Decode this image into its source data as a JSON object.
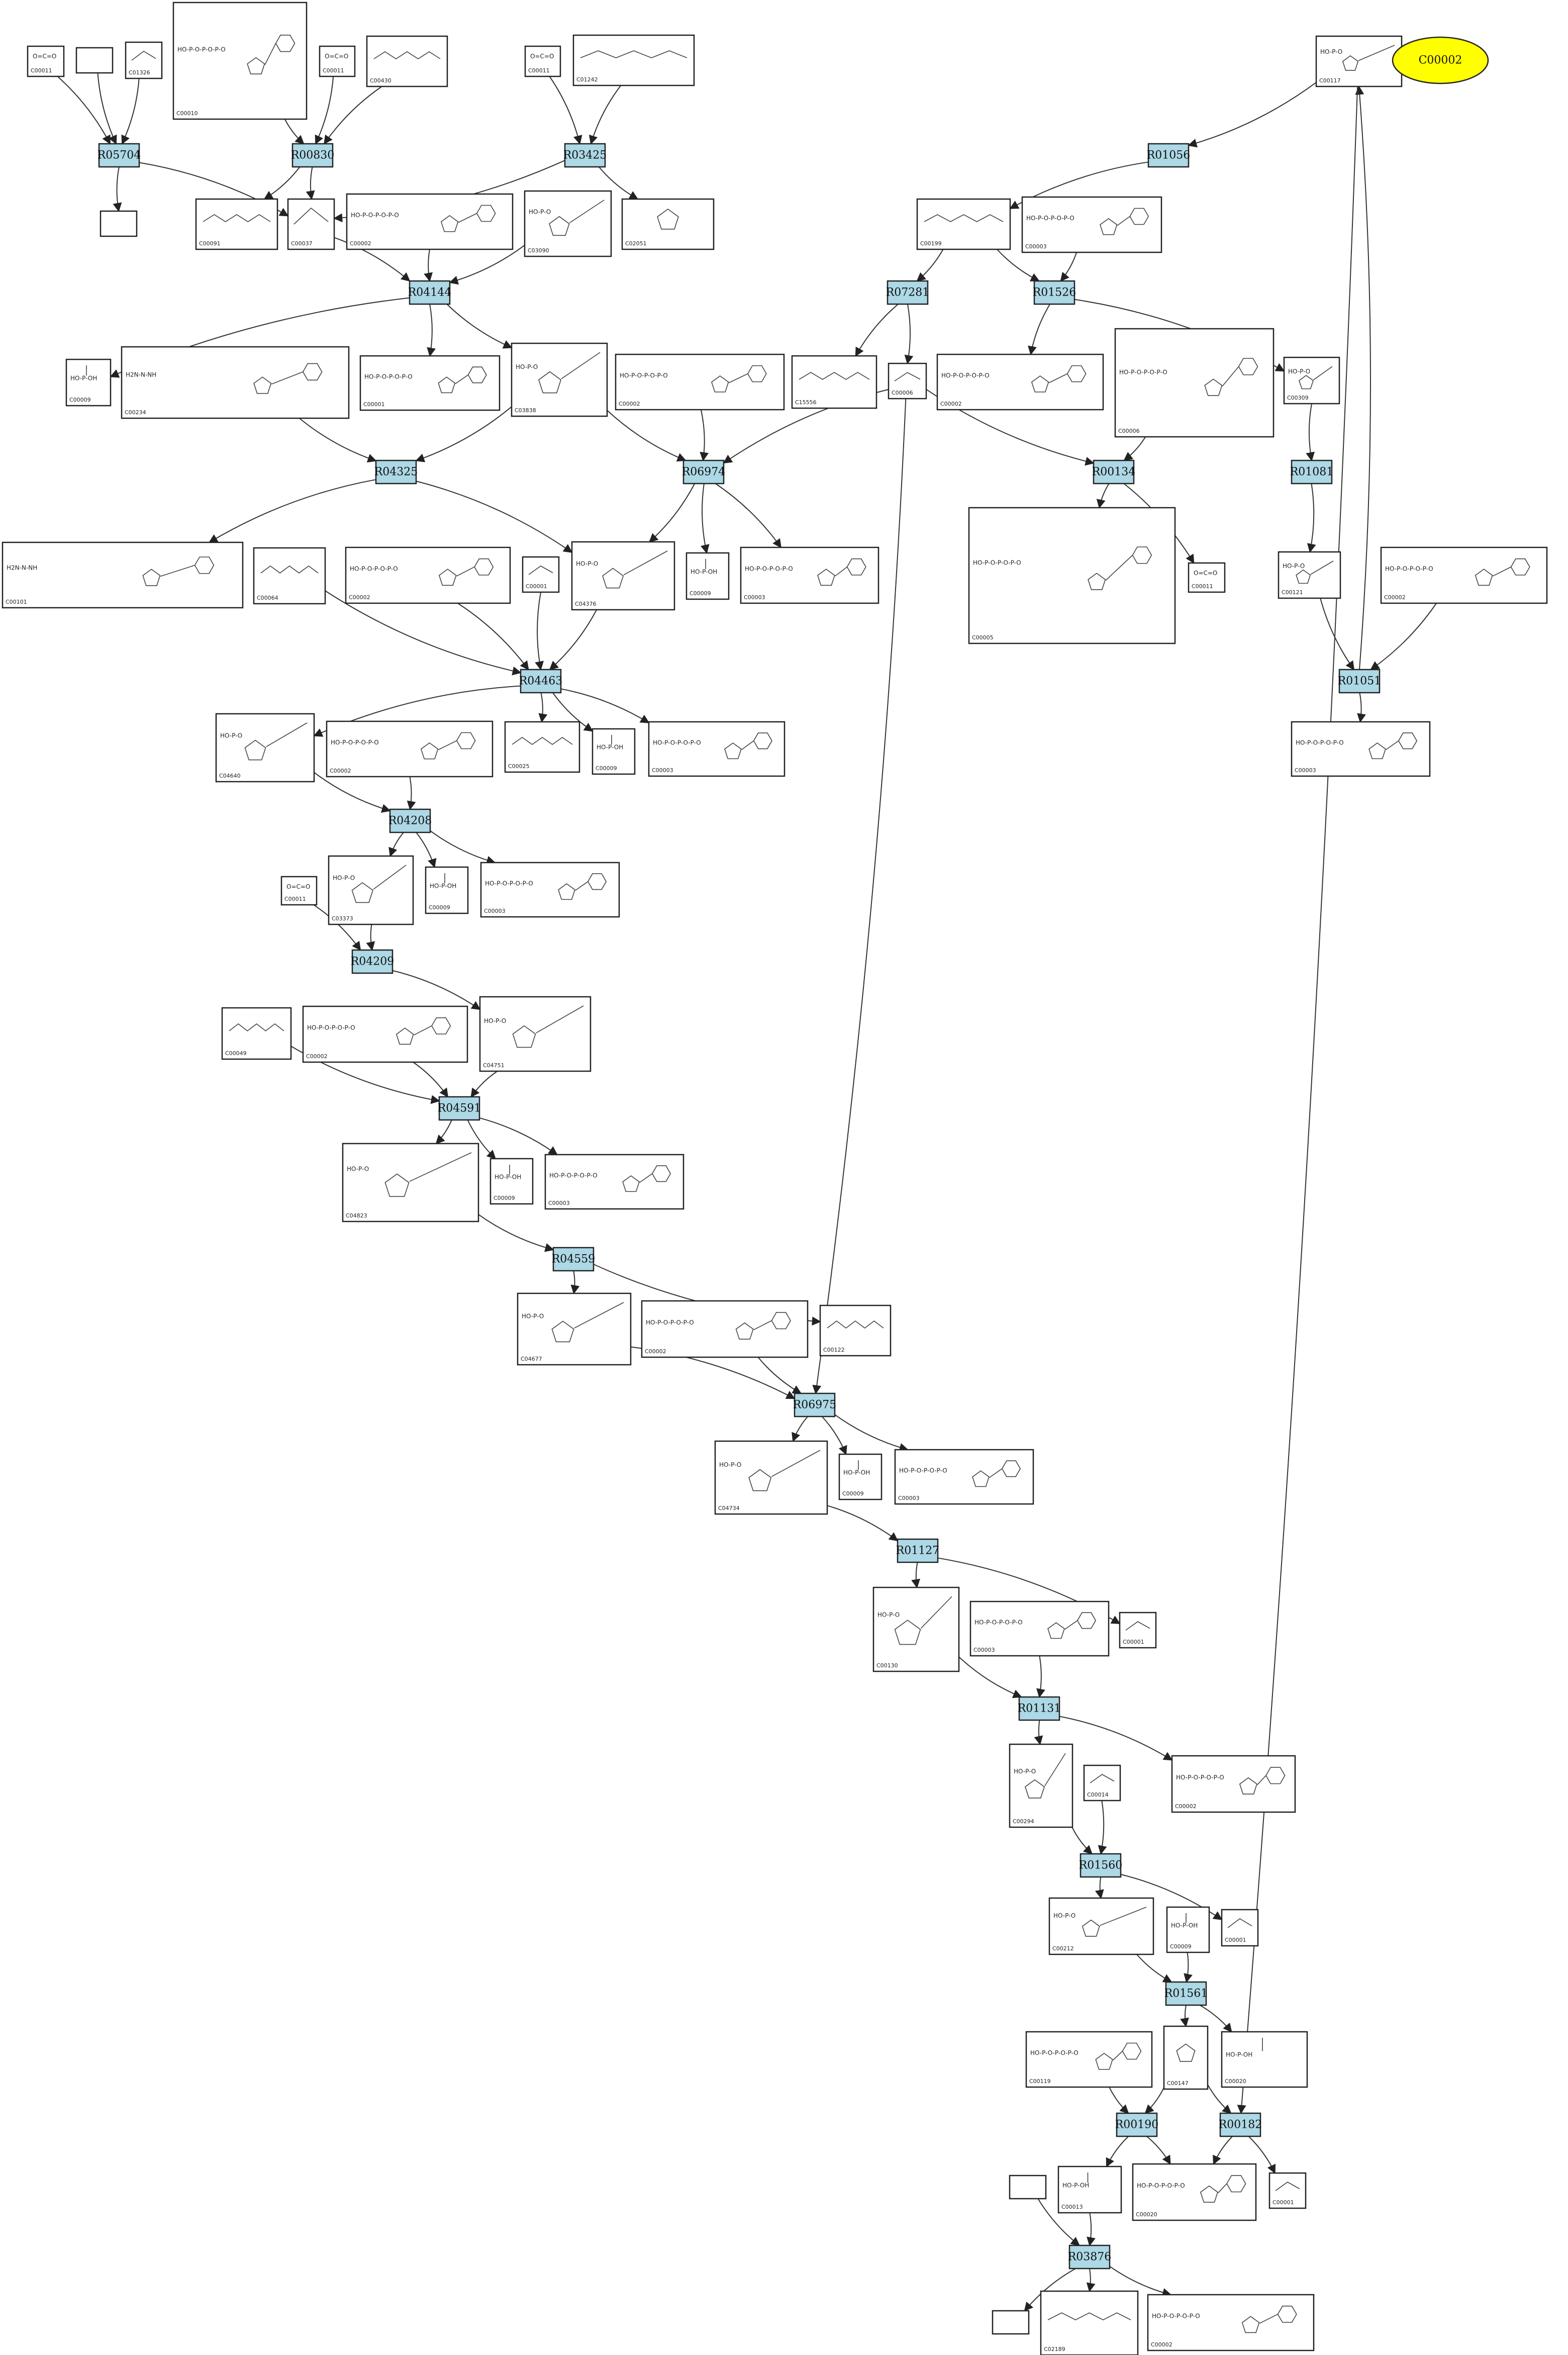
{
  "nodes": {
    "highlight": {
      "label": "C00002"
    },
    "reactions": [
      {
        "id": "R05704",
        "label": "R05704"
      },
      {
        "id": "R00830",
        "label": "R00830"
      },
      {
        "id": "R03425",
        "label": "R03425"
      },
      {
        "id": "R01056",
        "label": "R01056"
      },
      {
        "id": "R04144",
        "label": "R04144"
      },
      {
        "id": "R07281",
        "label": "R07281"
      },
      {
        "id": "R01526",
        "label": "R01526"
      },
      {
        "id": "R04325",
        "label": "R04325"
      },
      {
        "id": "R06974",
        "label": "R06974"
      },
      {
        "id": "R00134",
        "label": "R00134"
      },
      {
        "id": "R01081",
        "label": "R01081"
      },
      {
        "id": "R04463",
        "label": "R04463"
      },
      {
        "id": "R01051",
        "label": "R01051"
      },
      {
        "id": "R04208",
        "label": "R04208"
      },
      {
        "id": "R04209",
        "label": "R04209"
      },
      {
        "id": "R04591",
        "label": "R04591"
      },
      {
        "id": "R04559",
        "label": "R04559"
      },
      {
        "id": "R06975",
        "label": "R06975"
      },
      {
        "id": "R01127",
        "label": "R01127"
      },
      {
        "id": "R01131",
        "label": "R01131"
      },
      {
        "id": "R01560",
        "label": "R01560"
      },
      {
        "id": "R01561",
        "label": "R01561"
      },
      {
        "id": "R00190",
        "label": "R00190"
      },
      {
        "id": "R00182",
        "label": "R00182"
      },
      {
        "id": "R03876",
        "label": "R03876"
      }
    ],
    "compounds": [
      {
        "id": "c1",
        "label": "C00011"
      },
      {
        "id": "c2",
        "label": ""
      },
      {
        "id": "c3",
        "label": "C01326"
      },
      {
        "id": "c4",
        "label": "C00010"
      },
      {
        "id": "c5",
        "label": "C00011"
      },
      {
        "id": "c6",
        "label": "C00430"
      },
      {
        "id": "c7",
        "label": "C00011"
      },
      {
        "id": "c8",
        "label": "C01242"
      },
      {
        "id": "c9",
        "label": "C00117"
      },
      {
        "id": "c10",
        "label": ""
      },
      {
        "id": "c11",
        "label": "C00091"
      },
      {
        "id": "c12",
        "label": "C00037"
      },
      {
        "id": "c13",
        "label": "C00002"
      },
      {
        "id": "c14",
        "label": "C03090"
      },
      {
        "id": "c15",
        "label": "C02051"
      },
      {
        "id": "c16",
        "label": "C00199"
      },
      {
        "id": "c17",
        "label": "C00003"
      },
      {
        "id": "c18",
        "label": "C00009"
      },
      {
        "id": "c19",
        "label": "C00234"
      },
      {
        "id": "c20",
        "label": "C00001"
      },
      {
        "id": "c21",
        "label": "C03838"
      },
      {
        "id": "c22",
        "label": "C00002"
      },
      {
        "id": "c23",
        "label": "C15556"
      },
      {
        "id": "c24",
        "label": "C00006"
      },
      {
        "id": "c25",
        "label": "C00002"
      },
      {
        "id": "c26",
        "label": "C00006"
      },
      {
        "id": "c27",
        "label": "C00309"
      },
      {
        "id": "c28",
        "label": "C00101"
      },
      {
        "id": "c29",
        "label": "C00064"
      },
      {
        "id": "c30",
        "label": "C00002"
      },
      {
        "id": "c31",
        "label": "C00001"
      },
      {
        "id": "c32",
        "label": "C04376"
      },
      {
        "id": "c33",
        "label": "C00009"
      },
      {
        "id": "c34",
        "label": "C00003"
      },
      {
        "id": "c35",
        "label": "C00005"
      },
      {
        "id": "c36",
        "label": "C00011"
      },
      {
        "id": "c37",
        "label": "C00121"
      },
      {
        "id": "c38",
        "label": "C00002"
      },
      {
        "id": "c39",
        "label": "C04640"
      },
      {
        "id": "c40",
        "label": "C00002"
      },
      {
        "id": "c41",
        "label": "C00025"
      },
      {
        "id": "c42",
        "label": "C00009"
      },
      {
        "id": "c43",
        "label": "C00003"
      },
      {
        "id": "c44",
        "label": "C00003"
      },
      {
        "id": "c45",
        "label": "C00011"
      },
      {
        "id": "c46",
        "label": "C03373"
      },
      {
        "id": "c47",
        "label": "C00009"
      },
      {
        "id": "c48",
        "label": "C00003"
      },
      {
        "id": "c49",
        "label": "C00049"
      },
      {
        "id": "c50",
        "label": "C00002"
      },
      {
        "id": "c51",
        "label": "C04751"
      },
      {
        "id": "c52",
        "label": "C04823"
      },
      {
        "id": "c53",
        "label": "C00009"
      },
      {
        "id": "c54",
        "label": "C00003"
      },
      {
        "id": "c55",
        "label": "C04677"
      },
      {
        "id": "c56",
        "label": "C00002"
      },
      {
        "id": "c57",
        "label": "C00122"
      },
      {
        "id": "c58",
        "label": "C04734"
      },
      {
        "id": "c59",
        "label": "C00009"
      },
      {
        "id": "c60",
        "label": "C00003"
      },
      {
        "id": "c61",
        "label": "C00130"
      },
      {
        "id": "c62",
        "label": "C00003"
      },
      {
        "id": "c63",
        "label": "C00001"
      },
      {
        "id": "c64",
        "label": "C00294"
      },
      {
        "id": "c65",
        "label": "C00014"
      },
      {
        "id": "c66",
        "label": "C00002"
      },
      {
        "id": "c67",
        "label": "C00212"
      },
      {
        "id": "c68",
        "label": "C00009"
      },
      {
        "id": "c69",
        "label": "C00001"
      },
      {
        "id": "c70",
        "label": "C00119"
      },
      {
        "id": "c71",
        "label": "C00147"
      },
      {
        "id": "c72",
        "label": "C00020"
      },
      {
        "id": "c73",
        "label": ""
      },
      {
        "id": "c74",
        "label": "C00013"
      },
      {
        "id": "c75",
        "label": "C00020"
      },
      {
        "id": "c76",
        "label": "C00001"
      },
      {
        "id": "c77",
        "label": ""
      },
      {
        "id": "c78",
        "label": "C02189"
      },
      {
        "id": "c79",
        "label": "C00002"
      }
    ]
  }
}
